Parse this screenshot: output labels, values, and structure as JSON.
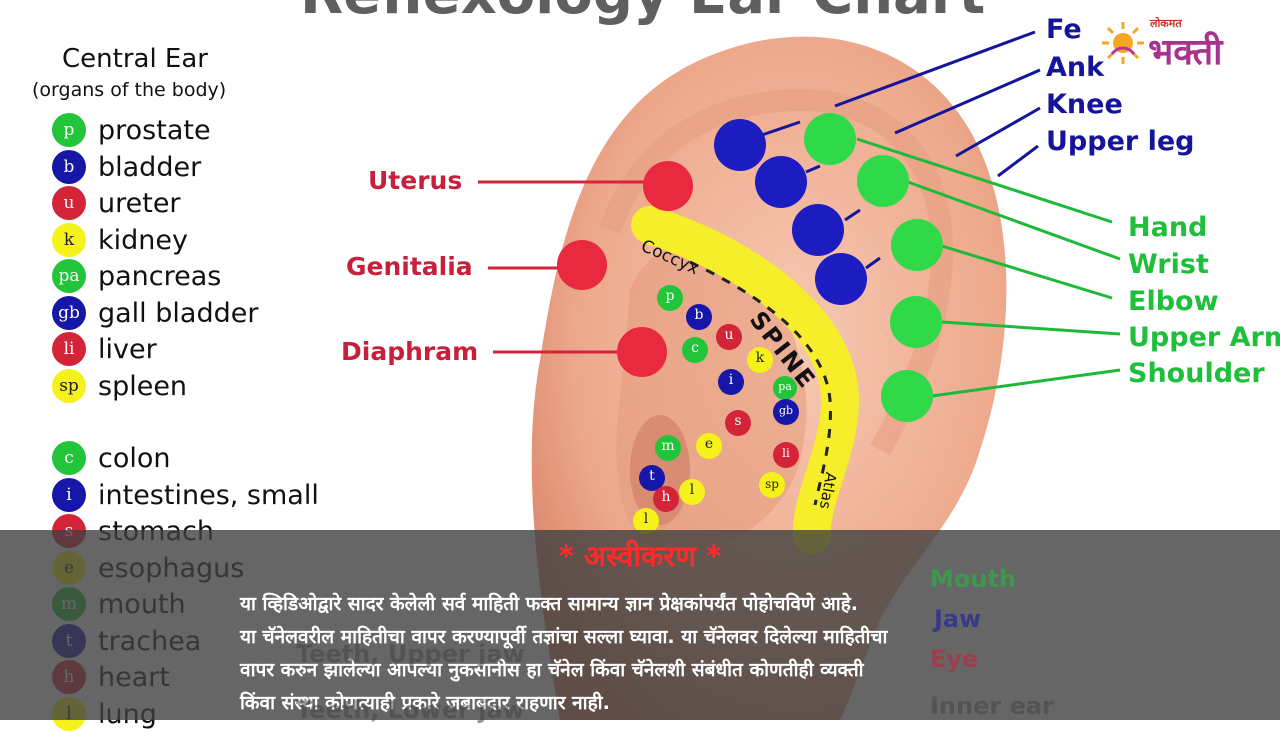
{
  "header": {
    "title_partial": "Reflexology Ear Chart"
  },
  "legend": {
    "title": "Central Ear",
    "subtitle": "(organs of the body)",
    "items": [
      {
        "symbol": "p",
        "label": "prostate",
        "color": "#22c43a",
        "text_color": "#ffffff"
      },
      {
        "symbol": "b",
        "label": "bladder",
        "color": "#1616a8",
        "text_color": "#ffffff"
      },
      {
        "symbol": "u",
        "label": "ureter",
        "color": "#d42438",
        "text_color": "#ffffff"
      },
      {
        "symbol": "k",
        "label": "kidney",
        "color": "#f4f21a",
        "text_color": "#222222"
      },
      {
        "symbol": "pa",
        "label": "pancreas",
        "color": "#22c43a",
        "text_color": "#ffffff"
      },
      {
        "symbol": "gb",
        "label": "gall bladder",
        "color": "#1616a8",
        "text_color": "#ffffff"
      },
      {
        "symbol": "li",
        "label": "liver",
        "color": "#d42438",
        "text_color": "#ffffff"
      },
      {
        "symbol": "sp",
        "label": "spleen",
        "color": "#f4f21a",
        "text_color": "#222222"
      },
      {
        "symbol": "c",
        "label": "colon",
        "color": "#22c43a",
        "text_color": "#ffffff"
      },
      {
        "symbol": "i",
        "label": "intestines, small",
        "color": "#1616a8",
        "text_color": "#ffffff"
      },
      {
        "symbol": "s",
        "label": "stomach",
        "color": "#d42438",
        "text_color": "#ffffff"
      },
      {
        "symbol": "e",
        "label": "esophagus",
        "color": "#f4f21a",
        "text_color": "#222222"
      },
      {
        "symbol": "m",
        "label": "mouth",
        "color": "#22c43a",
        "text_color": "#ffffff"
      },
      {
        "symbol": "t",
        "label": "trachea",
        "color": "#1616a8",
        "text_color": "#ffffff"
      },
      {
        "symbol": "h",
        "label": "heart",
        "color": "#d42438",
        "text_color": "#ffffff"
      },
      {
        "symbol": "l",
        "label": "lung",
        "color": "#f4f21a",
        "text_color": "#222222"
      }
    ]
  },
  "ear_labels": {
    "red": [
      "Uterus",
      "Genitalia",
      "Diaphram"
    ],
    "blue": [
      "Fe",
      "Ank",
      "Knee",
      "Upper leg"
    ],
    "green": [
      "Hand",
      "Wrist",
      "Elbow",
      "Upper Arm",
      "Shoulder"
    ],
    "spine": {
      "coccyx": "Coccyx",
      "spine": "SPINE",
      "atlas": "Atlas"
    },
    "partially_hidden": [
      "Mouth",
      "Jaw",
      "Teeth, Upper jaw",
      "Eye",
      "Teeth, Lower jaw",
      "Inner ear"
    ]
  },
  "logo": {
    "brand": "लोकमत",
    "name": "भक्ती"
  },
  "disclaimer": {
    "title": "* अस्वीकरण *",
    "lines": [
      "या व्हिडिओद्वारे सादर केलेली सर्व माहिती फक्त सामान्य ज्ञान प्रेक्षकांपर्यंत पोहोचविणे आहे.",
      "या चॅनेलवरील माहितीचा वापर करण्यापूर्वी तज्ञांचा सल्ला घ्यावा. या चॅनेलवर दिलेल्या माहितीचा",
      "वापर करुन झालेल्या आपल्या नुकसानीस हा चॅनेल  किंवा चॅनेलशी संबंधीत कोणतीही व्यक्ती",
      "किंवा संस्था कोणत्याही प्रकारे जबाबदार राहणार नाही."
    ]
  },
  "colors": {
    "red": "#d42438",
    "blue": "#1616a8",
    "green": "#22c43a",
    "yellow": "#f4f21a",
    "skin": "#f2b59c",
    "disclaimer_title": "#ff2a2a"
  }
}
